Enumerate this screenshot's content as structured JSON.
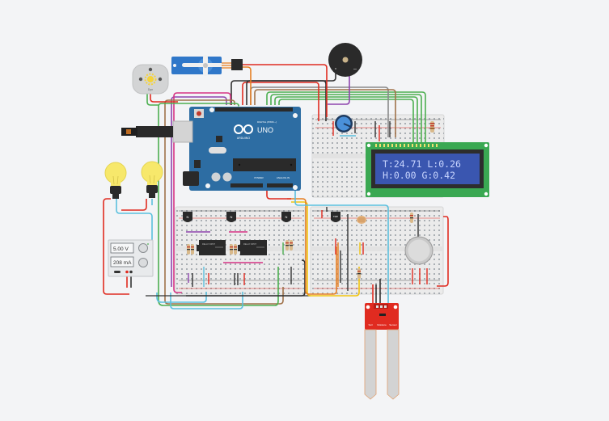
{
  "app": {
    "canvas_background": "#f3f4f6"
  },
  "lcd": {
    "line1": "T:24.71 L:0.26",
    "line2": "H:0.00 G:0.42",
    "screen_color": "#3a56b0",
    "text_color": "#c9d6ff",
    "board_color": "#3aa852"
  },
  "power_supply": {
    "voltage": "5.00 V",
    "current": "208 mA"
  },
  "arduino": {
    "model": "UNO",
    "brand": "ARDUINO",
    "header_digital": "DIGITAL (PWM ~)",
    "header_power": "POWER",
    "header_analog": "ANALOG IN",
    "board_color": "#2d6da3"
  },
  "dc_motor": {
    "label": "Dyn"
  },
  "soil_sensor": {
    "labels": [
      "Soil",
      "Moisture",
      "Sensor"
    ],
    "board_color": "#e02b20"
  },
  "transistors": [
    {
      "label": "N"
    },
    {
      "label": "N"
    },
    {
      "label": "N"
    },
    {
      "label": "TMP"
    }
  ],
  "relays": [
    {
      "label": "RELAY DPDT"
    },
    {
      "label": "RELAY DPDT"
    }
  ],
  "components": [
    "Arduino Uno",
    "16x2 LCD",
    "Servo",
    "DC Motor",
    "Piezo Buzzer",
    "Potentiometer",
    "Light Bulb",
    "Light Bulb",
    "Power Supply",
    "Relay",
    "Relay",
    "Photoresistor",
    "Gas Sensor",
    "Soil Moisture Sensor",
    "Temperature Sensor"
  ],
  "wire_colors": {
    "red": "#e02b20",
    "black": "#333333",
    "green": "#4caf50",
    "purple": "#8e44ad",
    "magenta": "#d63384",
    "orange": "#e67e22",
    "yellow": "#f1c40f",
    "cyan": "#5bc0de",
    "brown": "#a0724a",
    "gray": "#8a8a8a"
  }
}
